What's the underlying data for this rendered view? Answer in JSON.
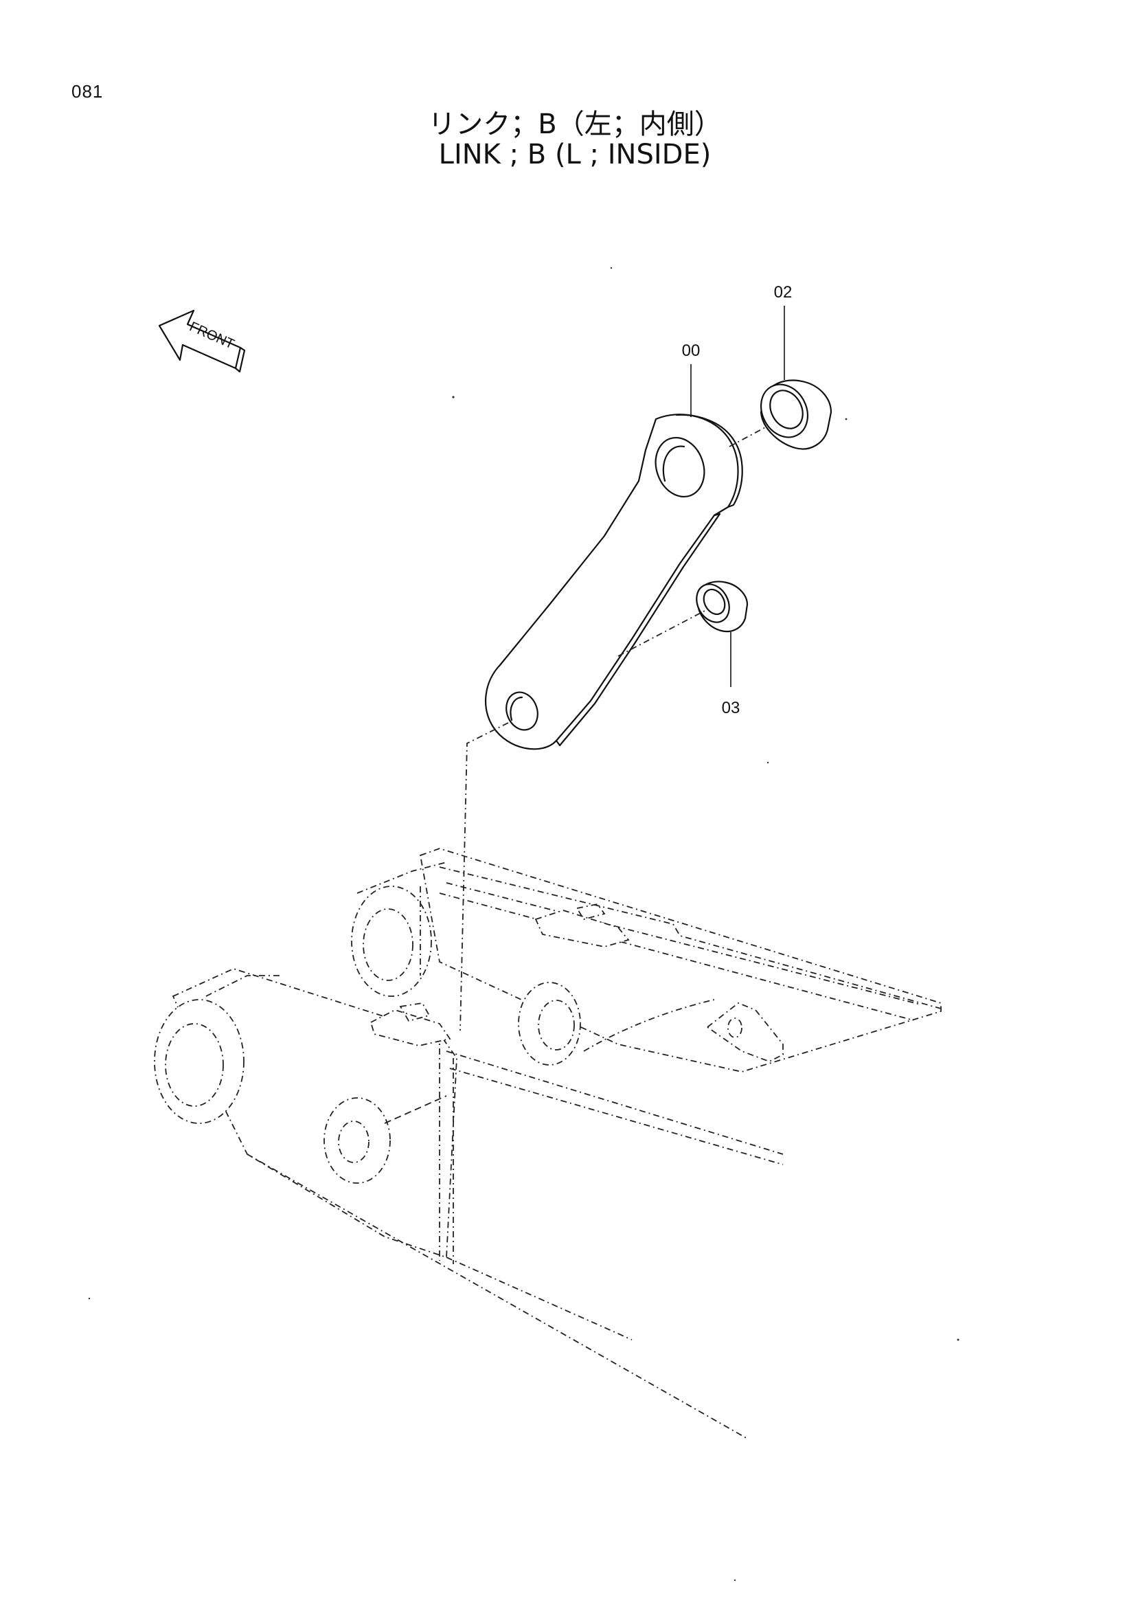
{
  "page": {
    "number": "081",
    "title_jp": "リンク；B（左；内側）",
    "title_en": "LINK ; B  (L ; INSIDE)"
  },
  "orientation": {
    "front_label": "FRONT"
  },
  "callouts": [
    {
      "id": "00",
      "part": "link"
    },
    {
      "id": "02",
      "part": "bushing-large"
    },
    {
      "id": "03",
      "part": "bushing-small"
    }
  ]
}
